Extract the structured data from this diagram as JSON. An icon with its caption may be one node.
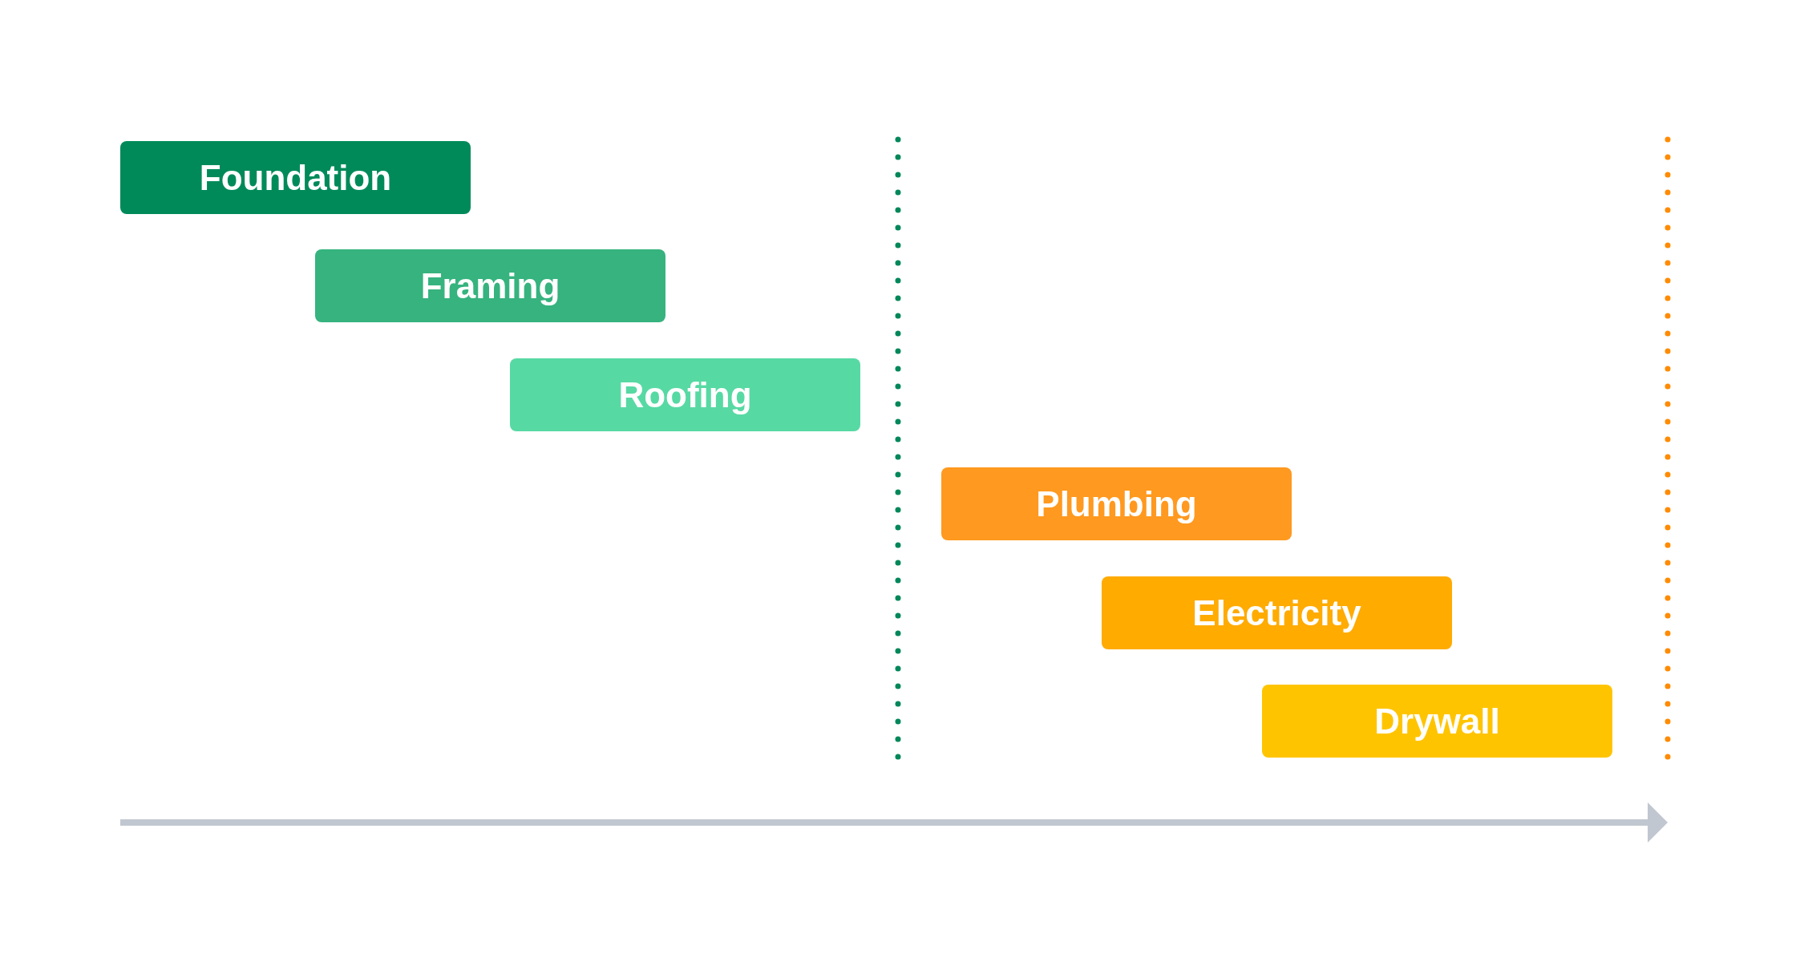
{
  "diagram": {
    "nodes": [
      {
        "text": [
          "Foundation"
        ]
      },
      {
        "text": [
          "Framing"
        ]
      },
      {
        "text": [
          "Roofing"
        ]
      },
      {
        "text": [
          "Plumbing"
        ]
      },
      {
        "text": [
          "Electricity"
        ]
      },
      {
        "text": [
          "Drywall"
        ]
      }
    ]
  }
}
